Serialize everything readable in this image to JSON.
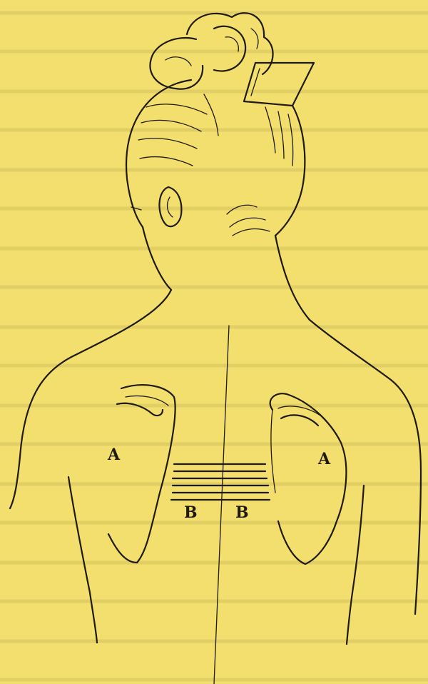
{
  "figure": {
    "labels": {
      "a_left": "A",
      "a_right": "A",
      "b_left": "B",
      "b_right": "B"
    },
    "colors": {
      "paper": "#f2df6e",
      "ink": "#1f1a0c"
    }
  }
}
